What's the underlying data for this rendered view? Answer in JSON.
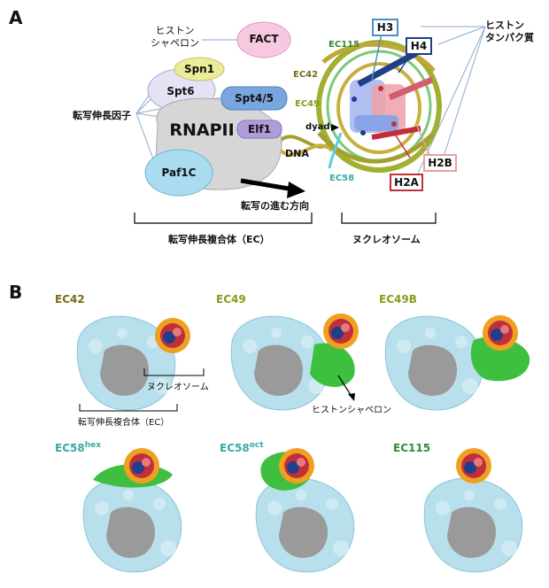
{
  "panels": {
    "a": "A",
    "b": "B"
  },
  "panel_a": {
    "chaperone_label": [
      "ヒストン",
      "シャペロン"
    ],
    "elongation_label": "転写伸長因子",
    "histone_label": [
      "ヒストン",
      "タンパク質"
    ],
    "factors": {
      "fact": "FACT",
      "spn1": "Spn1",
      "spt6": "Spt6",
      "spt45": "Spt4/5",
      "rnapii": "RNAPII",
      "elf1": "Elf1",
      "paf1c": "Paf1C"
    },
    "dna": "DNA",
    "dyad": "dyad",
    "ec_labels": {
      "ec115": "EC115",
      "ec42": "EC42",
      "ec49": "EC49",
      "ec58": "EC58"
    },
    "histones": {
      "h3": "H3",
      "h4": "H4",
      "h2b": "H2B",
      "h2a": "H2A"
    },
    "direction": "転写の進む方向",
    "bracket_ec": "転写伸長複合体（EC）",
    "bracket_nuc": "ヌクレオソーム"
  },
  "panel_b": {
    "structures": [
      {
        "name": "EC42",
        "sup": ""
      },
      {
        "name": "EC49",
        "sup": ""
      },
      {
        "name": "EC49B",
        "sup": ""
      },
      {
        "name": "EC58",
        "sup": "hex"
      },
      {
        "name": "EC58",
        "sup": "oct"
      },
      {
        "name": "EC115",
        "sup": ""
      }
    ],
    "annot_nuc": "ヌクレオソーム",
    "annot_ec": "転写伸長複合体（EC）",
    "annot_chaperone": "ヒストンシャペロン"
  },
  "colors": {
    "ec42": "#7a6a18",
    "ec49": "#8a9a1e",
    "ec58": "#3aa8a8",
    "ec115": "#2e8b3a",
    "h3": "#4d8fc5",
    "h4": "#1f3f8a",
    "h2b": "#e8a0a0",
    "h2a": "#c0303a",
    "ec_surface": "#b8e0ec",
    "rna_pol": "#9a9a9a",
    "chaperone_green": "#3fbf3f",
    "dna_orange": "#f0a020"
  }
}
